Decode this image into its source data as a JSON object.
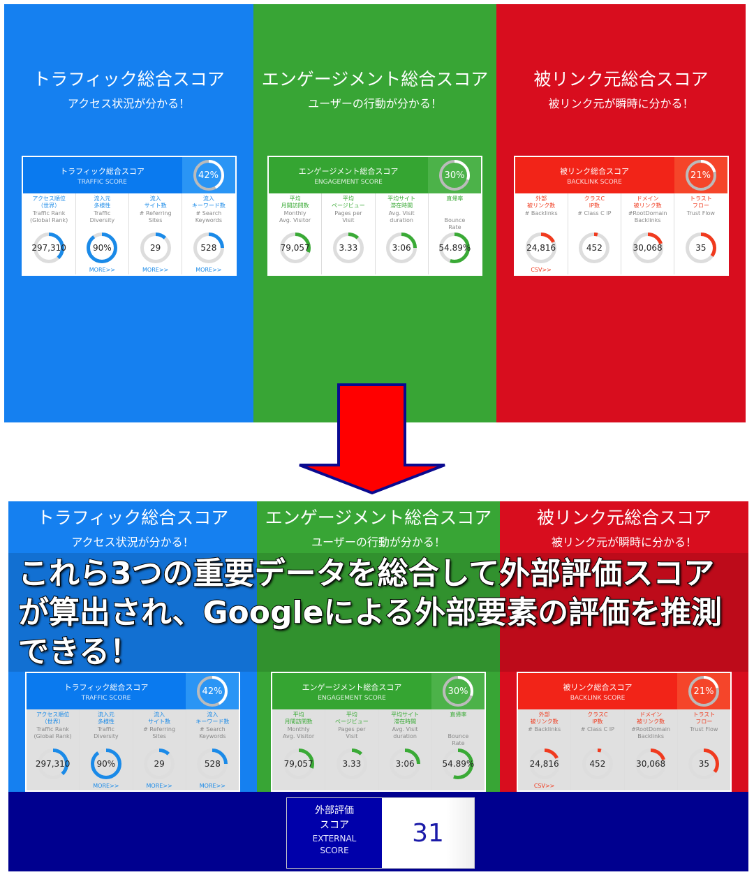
{
  "panels": [
    {
      "title": "トラフィック総合スコア",
      "subtitle": "アクセス状況が分かる！",
      "card_title": "トラフィック総合スコア",
      "card_sub": "TRAFFIC SCORE",
      "score": "42%",
      "score_frac": 0.42,
      "color": "#1580f0",
      "head": "#0a7aef",
      "head2": "#2a95f5",
      "accent": "#1a8ae8",
      "metrics": [
        {
          "jp": "アクセス順位\n（世界）",
          "en": "Traffic Rank\n(Global Rank)",
          "value": "297,310",
          "frac": 0.38,
          "link": ""
        },
        {
          "jp": "流入元\n多様性",
          "en": "Traffic\nDiversity",
          "value": "90%",
          "frac": 0.9,
          "link": "MORE>>"
        },
        {
          "jp": "流入\nサイト数",
          "en": "# Referring\nSites",
          "value": "29",
          "frac": 0.12,
          "link": "MORE>>"
        },
        {
          "jp": "流入\nキーワード数",
          "en": "# Search\nKeywords",
          "value": "528",
          "frac": 0.25,
          "link": "MORE>>"
        }
      ]
    },
    {
      "title": "エンゲージメント総合スコア",
      "subtitle": "ユーザーの行動が分かる！",
      "card_title": "エンゲージメント総合スコア",
      "card_sub": "ENGAGEMENT SCORE",
      "score": "30%",
      "score_frac": 0.3,
      "color": "#38a535",
      "head": "#35a532",
      "head2": "#4cb249",
      "accent": "#3aaa36",
      "metrics": [
        {
          "jp": "平均\n月間訪問数",
          "en": "Monthly\nAvg. Visitor",
          "value": "79,057",
          "frac": 0.3,
          "link": ""
        },
        {
          "jp": "平均\nページビュー",
          "en": "Pages per\nVisit",
          "value": "3.33",
          "frac": 0.12,
          "link": ""
        },
        {
          "jp": "平均サイト\n滞在時間",
          "en": "Avg. Visit\nduration",
          "value": "3:06",
          "frac": 0.25,
          "link": ""
        },
        {
          "jp": "直帰率",
          "en": "\nBounce\nRate",
          "value": "54.89%",
          "frac": 0.55,
          "link": ""
        }
      ]
    },
    {
      "title": "被リンク元総合スコア",
      "subtitle": "被リンク元が瞬時に分かる！",
      "card_title": "被リンク総合スコア",
      "card_sub": "BACKLINK SCORE",
      "score": "21%",
      "score_frac": 0.21,
      "color": "#d80d1e",
      "head": "#f22418",
      "head2": "#f5452a",
      "accent": "#f03a1e",
      "metrics": [
        {
          "jp": "外部\n被リンク数",
          "en": "# Backlinks",
          "value": "24,816",
          "frac": 0.18,
          "link": "CSV>>"
        },
        {
          "jp": "クラスC\nIP数",
          "en": "# Class C IP",
          "value": "452",
          "frac": 0.04,
          "link": ""
        },
        {
          "jp": "ドメイン\n被リンク数",
          "en": "#RootDomain\nBacklinks",
          "value": "30,068",
          "frac": 0.2,
          "link": ""
        },
        {
          "jp": "トラスト\nフロー",
          "en": "Trust Flow",
          "value": "35",
          "frac": 0.35,
          "link": ""
        }
      ]
    }
  ],
  "overlay_text": "これら3つの重要データを総合して外部評価スコアが算出され、Googleによる外部要素の評価を推測できる！",
  "external": {
    "jp1": "外部評価",
    "jp2": "スコア",
    "en1": "EXTERNAL",
    "en2": "SCORE",
    "value": "31"
  },
  "bottom_bg": "#00008f"
}
